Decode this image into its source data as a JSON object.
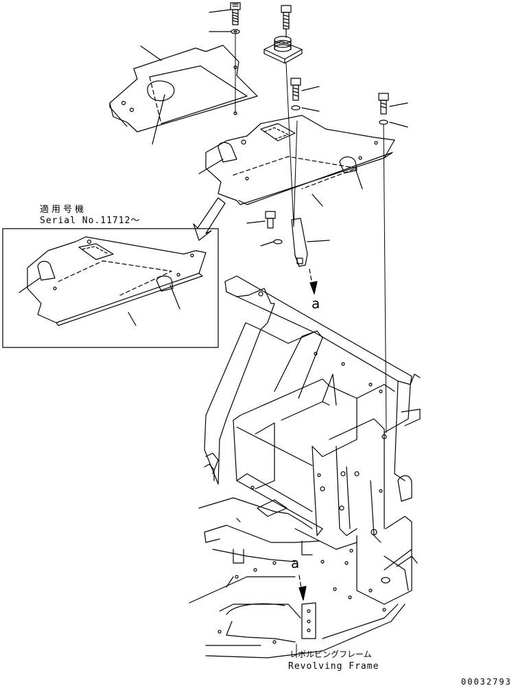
{
  "inset": {
    "applicable_jp": "適用号機",
    "serial": "Serial No.11712～"
  },
  "callouts": {
    "a_top": "a",
    "a_bottom": "a"
  },
  "frame_label": {
    "jp": "レボルビングフレーム",
    "en": "Revolving Frame"
  },
  "doc_number": "00032793",
  "colors": {
    "line": "#000000",
    "background": "#ffffff"
  }
}
